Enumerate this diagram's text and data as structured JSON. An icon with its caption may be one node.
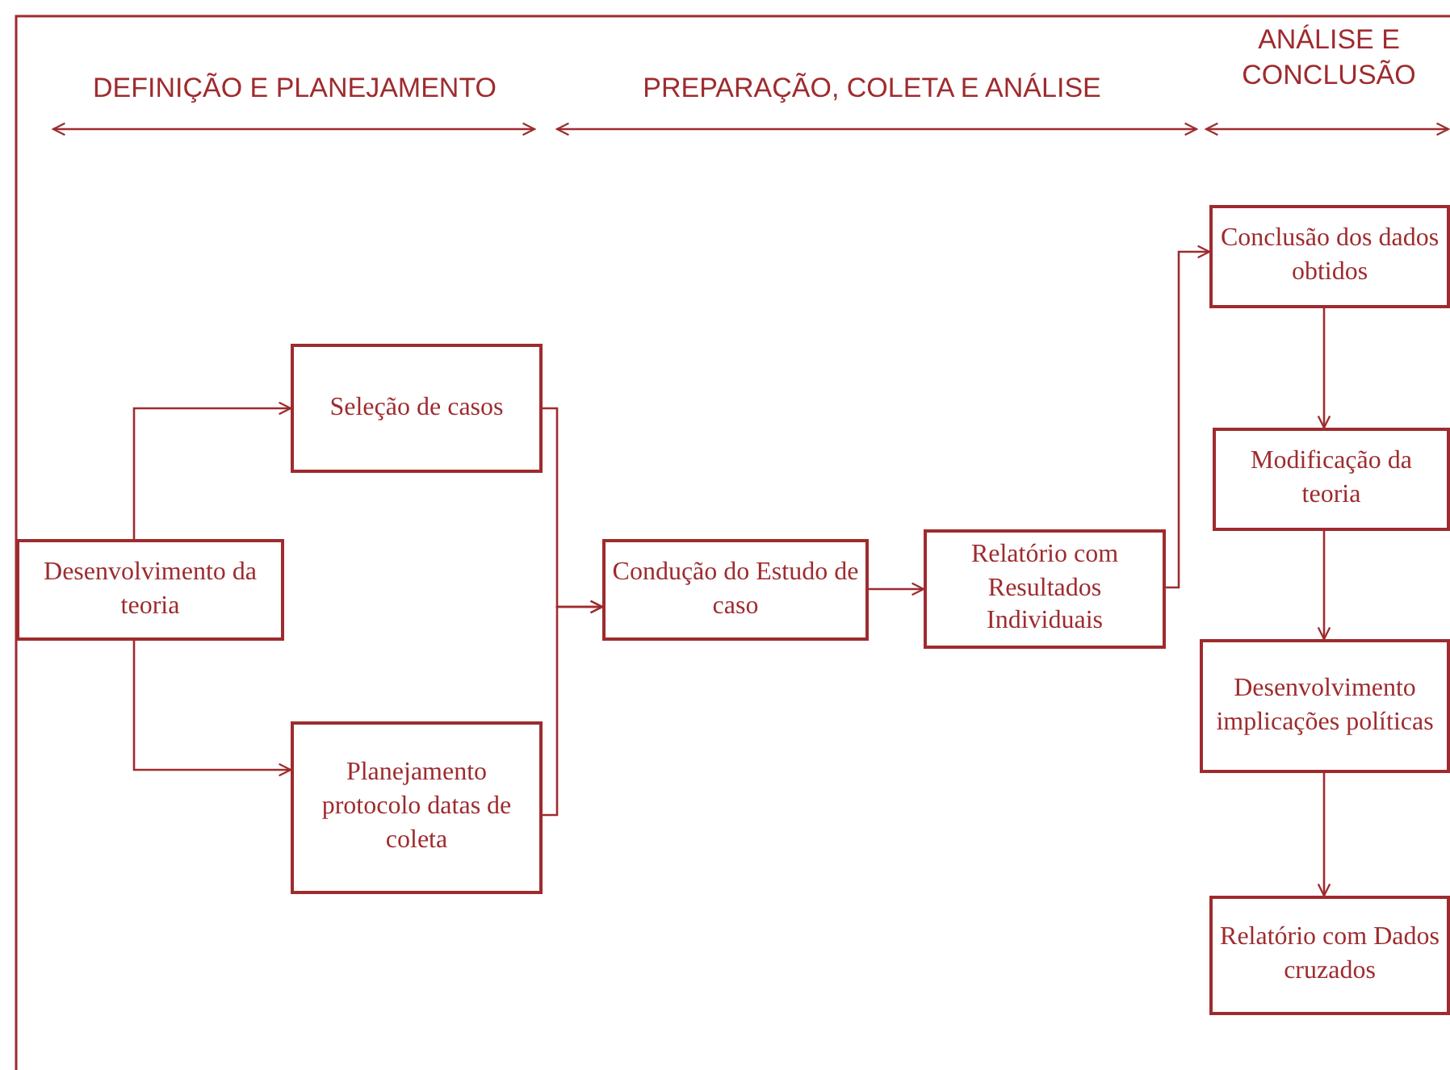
{
  "diagram": {
    "nodes": [
      {
        "text": [
          "Desenvolvimento da teoria"
        ]
      },
      {
        "text": [
          "Seleção de casos"
        ]
      },
      {
        "text": [
          "Planejamento protocolo datas de coleta"
        ]
      },
      {
        "text": [
          "Condução do Estudo de caso"
        ]
      },
      {
        "text": [
          "Relatório com Resultados Individuais"
        ]
      },
      {
        "text": [
          "Conclusão dos dados obtidos"
        ]
      },
      {
        "text": [
          "Modificação da teoria"
        ]
      },
      {
        "text": [
          "Desenvolvimento implicações políticas"
        ]
      },
      {
        "text": [
          "Relatório com Dados cruzados"
        ]
      }
    ],
    "edges": [
      {
        "from": 0,
        "to": 1,
        "arrow": "to"
      },
      {
        "from": 0,
        "to": 2,
        "arrow": "to"
      },
      {
        "from": 1,
        "to": 3,
        "arrow": "to"
      },
      {
        "from": 2,
        "to": 3,
        "arrow": "to"
      },
      {
        "from": 3,
        "to": 4,
        "arrow": "to"
      },
      {
        "from": 4,
        "to": 5,
        "arrow": "to"
      },
      {
        "from": 5,
        "to": 6,
        "arrow": "to"
      },
      {
        "from": 6,
        "to": 7,
        "arrow": "to"
      },
      {
        "from": 7,
        "to": 8,
        "arrow": "to"
      }
    ],
    "labels": [
      "ANÁLISE E CONCLUSÃO",
      "DEFINIÇÃO E PLANEJAMENTO",
      "PREPARAÇÃO, COLETA E ANÁLISE"
    ]
  }
}
